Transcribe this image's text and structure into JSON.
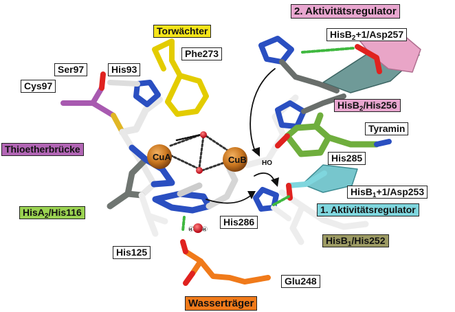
{
  "colors": {
    "yellow": "#f5e41a",
    "pink": "#e8a6cf",
    "purple": "#b266b5",
    "green": "#9ad251",
    "cyan": "#7fd6de",
    "olive": "#9c9a63",
    "orange": "#f07a1a",
    "copper": "#c9761f",
    "white": "#ffffff"
  },
  "labels": {
    "torwaechter": "Torwächter",
    "aktivitaetsregulator2": "2. Aktivitätsregulator",
    "hisB2_asp257": {
      "pre": "HisB",
      "sub": "2",
      "post": "+1/Asp257"
    },
    "phe273": "Phe273",
    "ser97": "Ser97",
    "his93": "His93",
    "cys97": "Cys97",
    "hisB2_his256": {
      "pre": "HisB",
      "sub": "2",
      "post": "/His256"
    },
    "tyramin": "Tyramin",
    "thioether": "Thioetherbrücke",
    "his285": "His285",
    "hisB1_asp253": {
      "pre": "HisB",
      "sub": "1",
      "post": "+1/Asp253"
    },
    "aktivitaetsregulator1": "1. Aktivitätsregulator",
    "hisA2_his116": {
      "pre": "HisA",
      "sub": "2",
      "post": "/His116"
    },
    "his286": "His286",
    "hisB1_his252": {
      "pre": "HisB",
      "sub": "1",
      "post": "/His252"
    },
    "his125": "His125",
    "glu248": "Glu248",
    "wassertraeger": "Wasserträger"
  },
  "atoms": {
    "cuA": "CuA",
    "cuB": "CuB",
    "ho": "HO",
    "h_left": "H",
    "h_right": "H"
  }
}
